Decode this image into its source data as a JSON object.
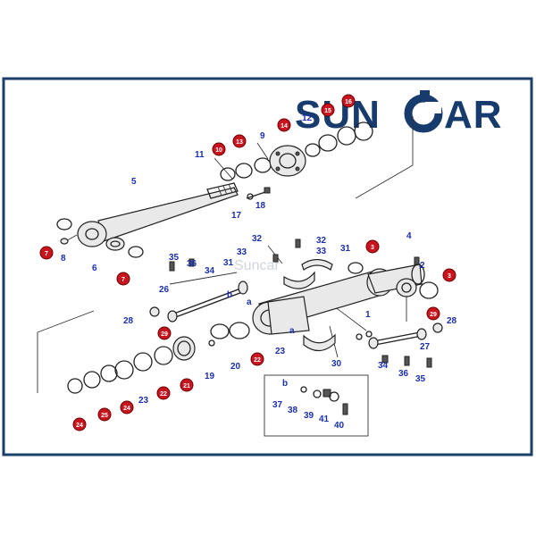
{
  "brand": {
    "logo_left": "SUN",
    "logo_right": "AR",
    "color": "#173b6c",
    "watermark": "Suncar"
  },
  "labels": {
    "l1": "1",
    "l2": "2",
    "l4": "4",
    "l5": "5",
    "l6": "6",
    "l8": "8",
    "l9": "9",
    "l11": "11",
    "l12": "12",
    "l17": "17",
    "l18": "18",
    "l19": "19",
    "l20": "20",
    "l23a": "23",
    "l23b": "23",
    "l26": "26",
    "l27": "27",
    "l28a": "28",
    "l28b": "28",
    "l30": "30",
    "l31a": "31",
    "l31b": "31",
    "l32a": "32",
    "l32b": "32",
    "l33a": "33",
    "l33b": "33",
    "l34a": "34",
    "l34b": "34",
    "l35a": "35",
    "l35b": "35",
    "l36a": "36",
    "l36b": "36",
    "l37": "37",
    "l38": "38",
    "l39": "39",
    "l40": "40",
    "l41": "41",
    "la1": "a",
    "la2": "a",
    "lb1": "b",
    "lb2": "b"
  },
  "badges": {
    "b7a": "7",
    "b7b": "7",
    "b10": "10",
    "b13": "13",
    "b14": "14",
    "b15": "15",
    "b16": "16",
    "b3a": "3",
    "b3b": "3",
    "b29a": "29",
    "b29b": "29",
    "b22a": "22",
    "b22b": "22",
    "b21": "21",
    "b24a": "24",
    "b24b": "24",
    "b25": "25"
  },
  "colors": {
    "badge_red": "#c8141e",
    "label_blue": "#1a2fb0",
    "frame_navy": "#1a3f6a"
  }
}
